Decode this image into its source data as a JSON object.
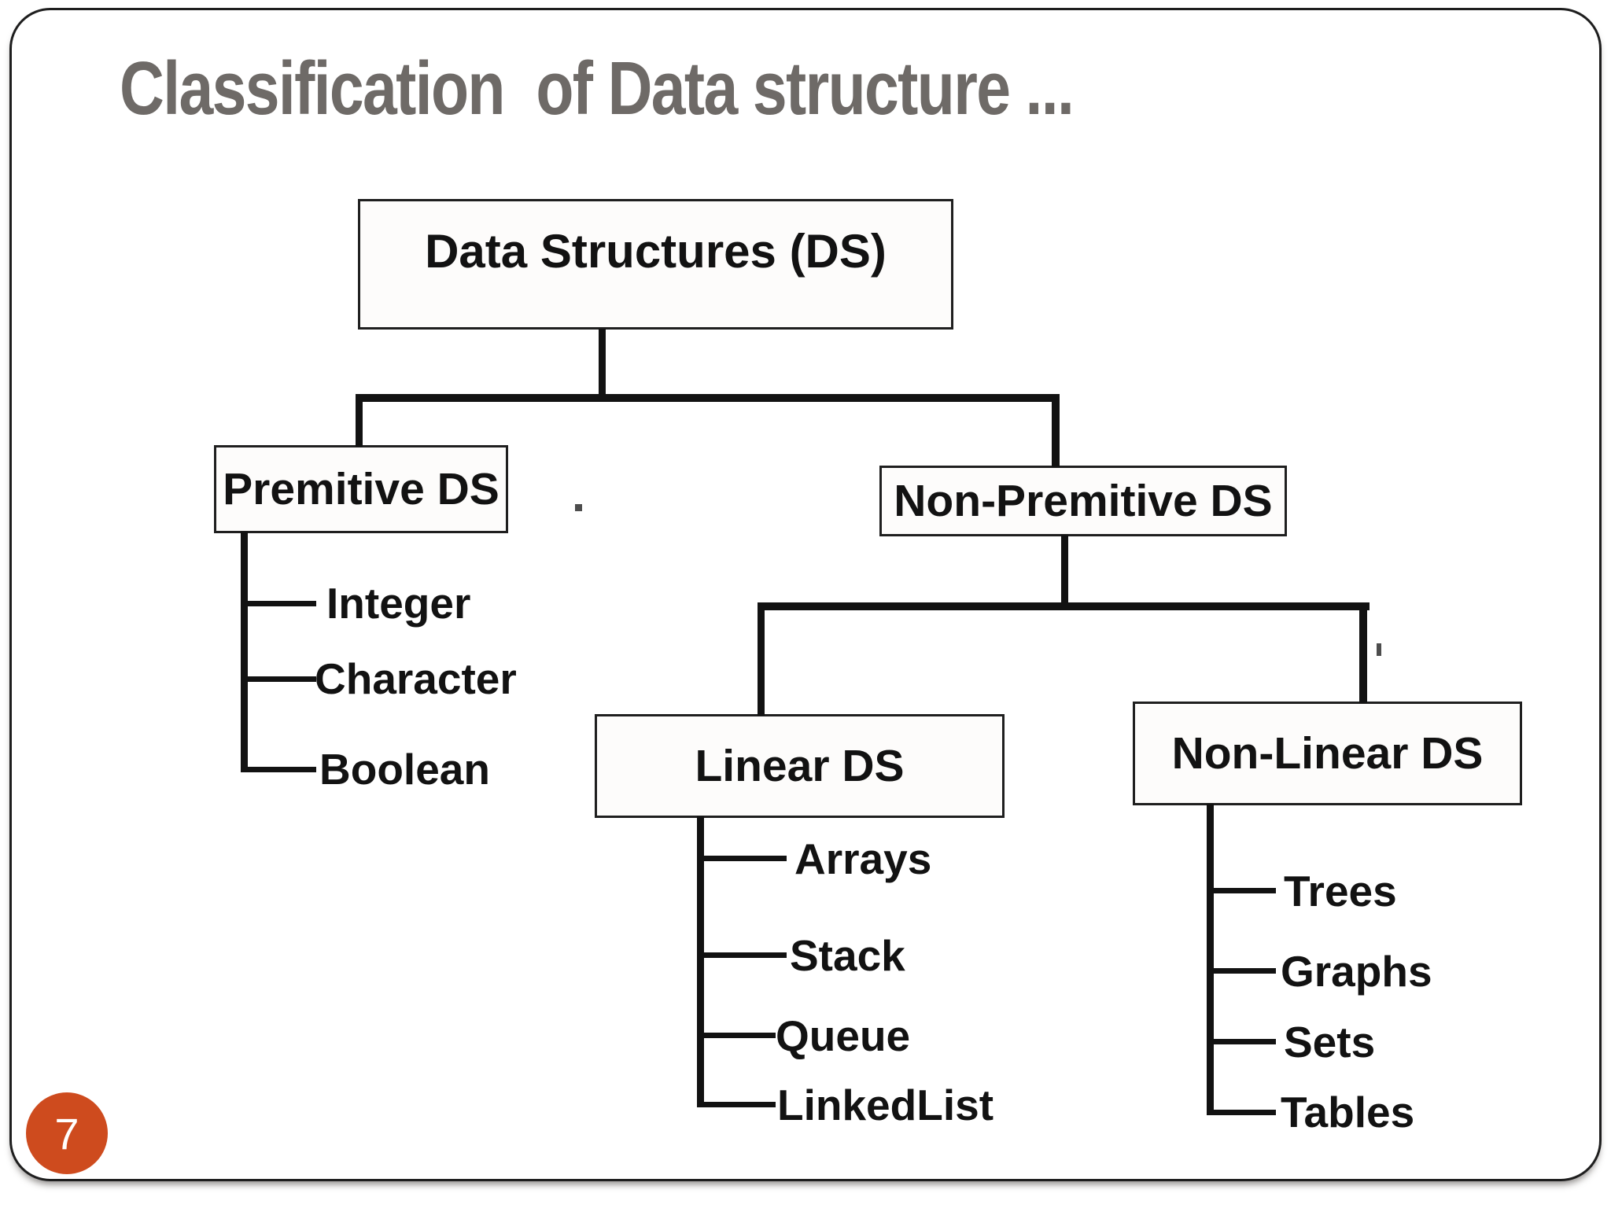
{
  "slide": {
    "title": "Classification  of Data structure ...",
    "page_number": "7"
  },
  "colors": {
    "badge_accent": "#ce4b1e",
    "title_gray": "#6e6a67",
    "line_black": "#121212"
  },
  "tree": {
    "root_label": "Data Structures (DS)",
    "premitive_label": "Premitive DS",
    "non_premitive_label": "Non-Premitive DS",
    "linear_label": "Linear DS",
    "non_linear_label": "Non-Linear DS",
    "premitive_leaves": [
      "Integer",
      "Character",
      "Boolean"
    ],
    "linear_leaves": [
      "Arrays",
      "Stack",
      "Queue",
      "LinkedList"
    ],
    "non_linear_leaves": [
      "Trees",
      "Graphs",
      "Sets",
      "Tables"
    ]
  }
}
